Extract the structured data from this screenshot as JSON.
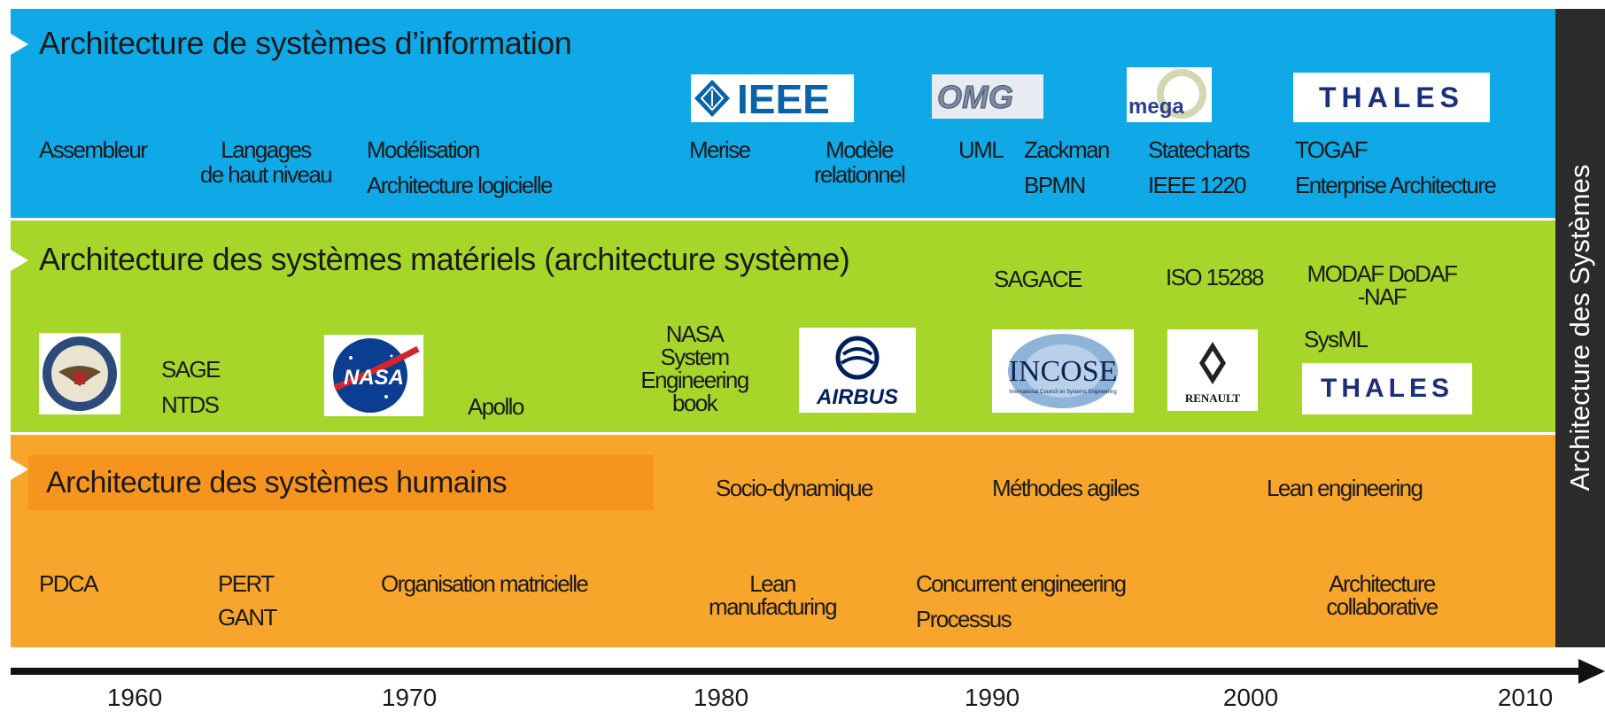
{
  "side_label": "Architecture des Systèmes",
  "bands": {
    "information": {
      "title": "Architecture de systèmes d’information",
      "items": {
        "assembleur": "Assembleur",
        "langages_1": "Langages",
        "langages_2": "de haut niveau",
        "modelisation": "Modélisation",
        "archi_logicielle": "Architecture logicielle",
        "merise": "Merise",
        "modele_1": "Modèle",
        "modele_2": "relationnel",
        "uml": "UML",
        "zackman": "Zackman",
        "bpmn": "BPMN",
        "statecharts": "Statecharts",
        "ieee1220": "IEEE 1220",
        "togaf": "TOGAF",
        "enterprise": "Enterprise Architecture"
      },
      "logos": {
        "ieee": "IEEE",
        "omg": "OMG",
        "mega": "mega",
        "thales": "THALES"
      }
    },
    "materiels": {
      "title": "Architecture des systèmes matériels (architecture système)",
      "items": {
        "sage": "SAGE",
        "ntds": "NTDS",
        "apollo": "Apollo",
        "nasa_book_1": "NASA",
        "nasa_book_2": "System",
        "nasa_book_3": "Engineering",
        "nasa_book_4": "book",
        "sagace": "SAGACE",
        "iso": "ISO 15288",
        "modaf_1": "MODAF DoDAF",
        "modaf_2": "-NAF",
        "sysml": "SysML"
      },
      "logos": {
        "nasa": "NASA",
        "airbus": "AIRBUS",
        "incose": "INCOSE",
        "incose_sub": "International Council on Systems Engineering",
        "renault": "RENAULT",
        "thales": "THALES"
      }
    },
    "humains": {
      "title": "Architecture des systèmes humains",
      "items": {
        "socio": "Socio-dynamique",
        "agiles": "Méthodes agiles",
        "lean_eng": "Lean engineering",
        "pdca": "PDCA",
        "pert": "PERT",
        "gant": "GANT",
        "orga": "Organisation matricielle",
        "lean_manu_1": "Lean",
        "lean_manu_2": "manufacturing",
        "concurrent": "Concurrent engineering",
        "processus": "Processus",
        "collab_1": "Architecture",
        "collab_2": "collaborative"
      }
    }
  },
  "timeline": {
    "years": [
      "1960",
      "1970",
      "1980",
      "1990",
      "2000",
      "2010"
    ]
  },
  "colors": {
    "information": "#0fa9e8",
    "materiels": "#a6d62a",
    "humains": "#f7a52b",
    "humains_title_box": "#f7941d",
    "side_bar": "#2b2b2b",
    "thales_blue": "#1b2f7a",
    "ieee_blue": "#0a62a8",
    "airbus_blue": "#00205b"
  }
}
